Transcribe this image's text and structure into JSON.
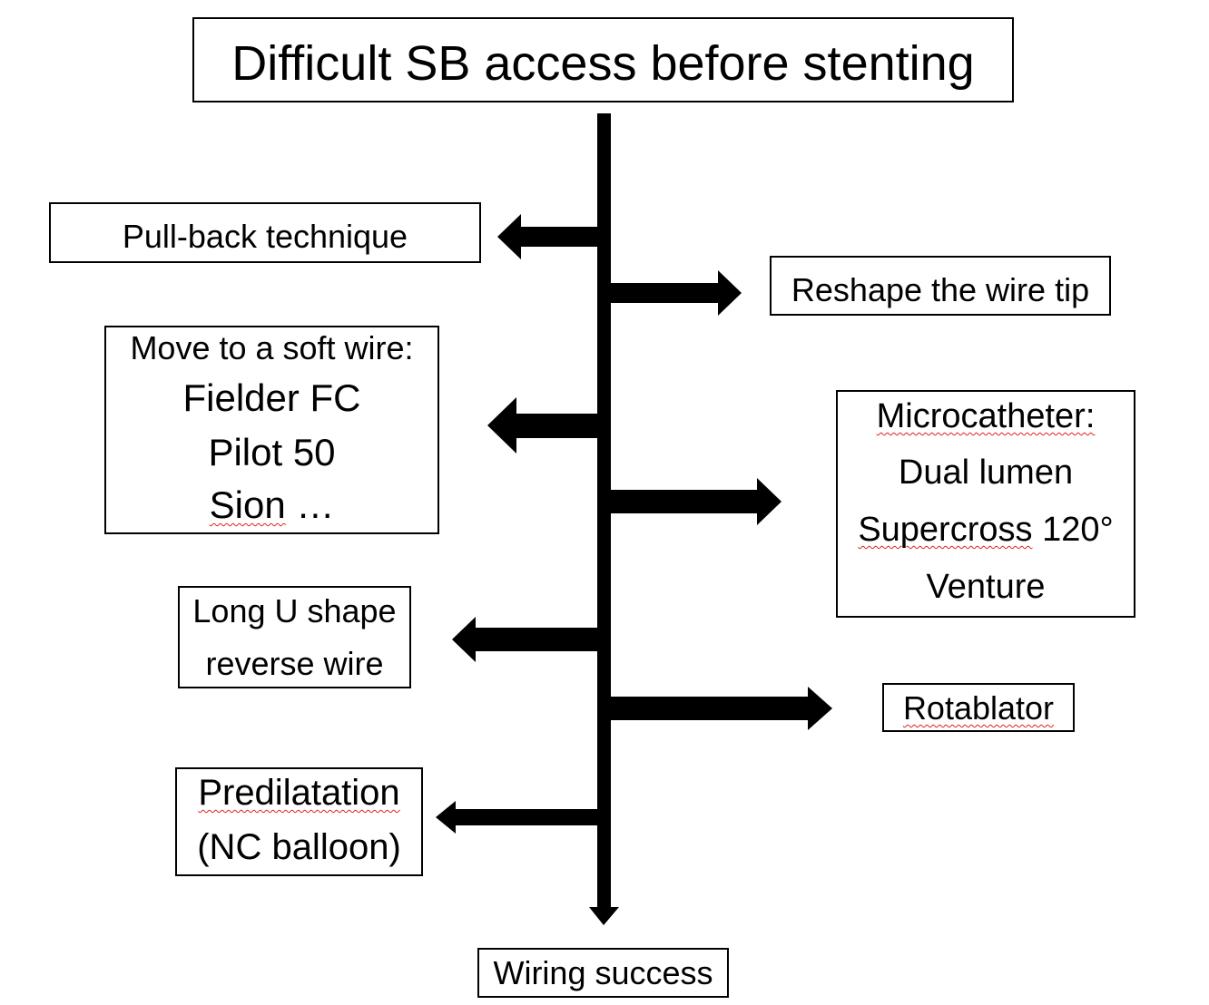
{
  "title": "Difficult SB access before stenting",
  "options": {
    "pullback": "Pull-back technique",
    "reshape": "Reshape the wire tip",
    "soft_wire": {
      "heading": "Move to a soft wire:",
      "items": [
        "Fielder FC",
        "Pilot 50",
        "Sion …"
      ]
    },
    "microcatheter": {
      "heading": "Microcatheter:",
      "items": [
        "Dual lumen",
        "Supercross 120°",
        "Venture"
      ]
    },
    "u_shape": [
      "Long U shape",
      "reverse wire"
    ],
    "rotablator": "Rotablator",
    "predilatation": [
      "Predilatation",
      "(NC balloon)"
    ]
  },
  "outcome": "Wiring success",
  "colors": {
    "line": "#000000",
    "spellcheck_underline": "#e02020"
  }
}
